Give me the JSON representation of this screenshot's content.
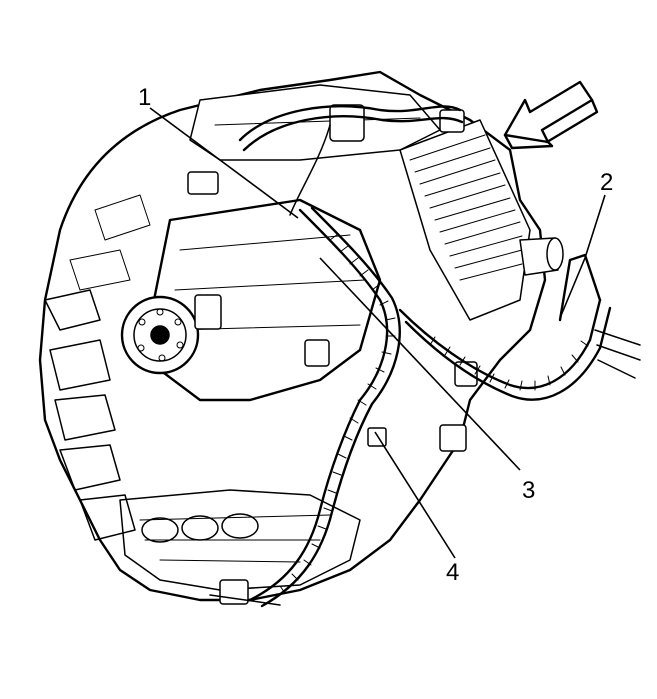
{
  "diagram": {
    "callouts": [
      {
        "id": "callout-1",
        "label": "1"
      },
      {
        "id": "callout-2",
        "label": "2"
      },
      {
        "id": "callout-3",
        "label": "3"
      },
      {
        "id": "callout-4",
        "label": "4"
      }
    ],
    "direction_arrow_icon": "view-direction-arrow-icon",
    "line_color": "#000000",
    "background": "#ffffff"
  }
}
